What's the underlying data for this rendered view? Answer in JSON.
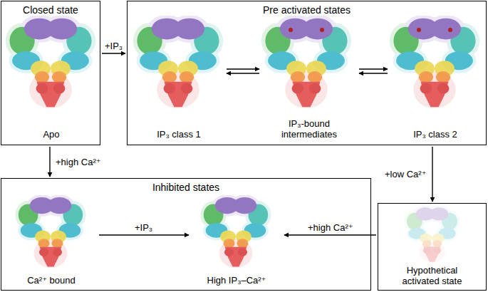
{
  "diagram": {
    "nodes": [
      {
        "text": [
          "Closed state"
        ]
      },
      {
        "text": [
          "Apo"
        ],
        "in": 0
      },
      {
        "text": [
          "Pre activated states"
        ]
      },
      {
        "text": [
          "IP₃ class 1"
        ],
        "in": 2
      },
      {
        "text": [
          "IP₃-bound intermediates"
        ],
        "in": 2
      },
      {
        "text": [
          "IP₃ class 2"
        ],
        "in": 2
      },
      {
        "text": [
          "Inhibited states"
        ]
      },
      {
        "text": [
          "Ca²⁺ bound"
        ],
        "in": 6
      },
      {
        "text": [
          "High IP₃–Ca²⁺"
        ],
        "in": 6
      },
      {
        "text": [
          "Hypothetical activated state"
        ]
      }
    ],
    "edges": [
      {
        "from": 0,
        "to": 2,
        "label": "+IP₃",
        "arrow": "to"
      },
      {
        "from": 0,
        "to": 6,
        "label": "+high Ca²⁺",
        "arrow": "to"
      },
      {
        "from": 3,
        "to": 4,
        "arrow": "both"
      },
      {
        "from": 4,
        "to": 5,
        "arrow": "both"
      },
      {
        "from": 2,
        "to": 9,
        "label": "+low Ca²⁺",
        "arrow": "to"
      },
      {
        "from": 7,
        "to": 8,
        "label": "+IP₃",
        "arrow": "to"
      },
      {
        "from": 9,
        "to": 8,
        "label": "+high Ca²⁺",
        "arrow": "to"
      }
    ]
  }
}
